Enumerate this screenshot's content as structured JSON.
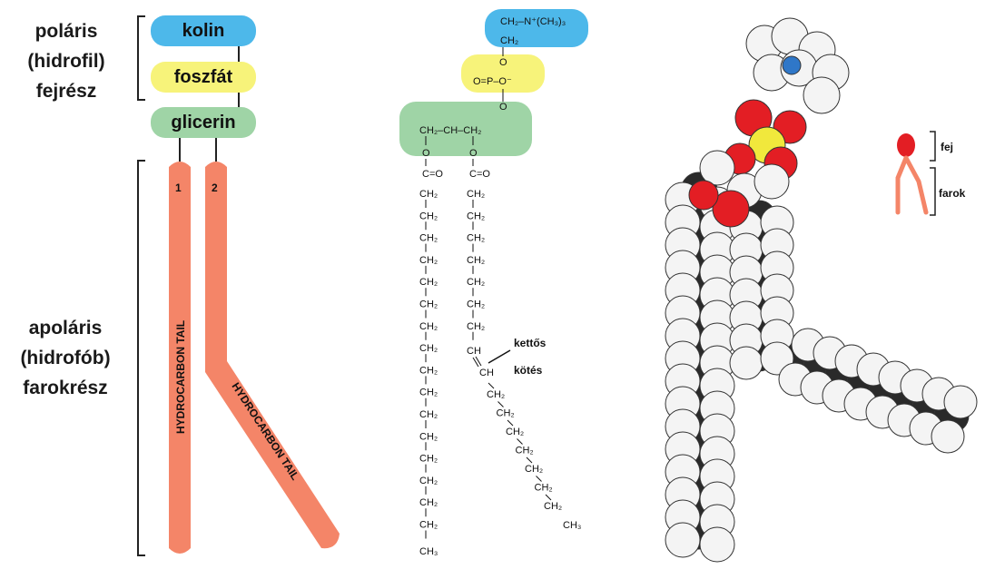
{
  "left_panel": {
    "head_label": [
      "poláris",
      "(hidrofil)",
      "fejrész"
    ],
    "tail_label": [
      "apoláris",
      "(hidrofób)",
      "farokrész"
    ],
    "boxes": {
      "choline": "kolin",
      "phosphate": "foszfát",
      "glycerol": "glicerin"
    },
    "tail_numbers": [
      "1",
      "2"
    ],
    "tail_text": "HYDROCARBON TAIL"
  },
  "middle_panel": {
    "choline_formula": [
      "CH₂–N⁺(CH₃)₃",
      "CH₂"
    ],
    "phosphate_formula": [
      "O",
      "O=P–O⁻",
      "O"
    ],
    "glycerol_formula": "CH₂–CH–CH₂",
    "ester_group": "C=O",
    "chain_unit": "CH₂",
    "double_bond_unit": "CH",
    "terminal_unit": "CH₃",
    "double_bond_label": [
      "kettős",
      "kötés"
    ]
  },
  "legend": {
    "head": "fej",
    "tail": "farok"
  },
  "colors": {
    "choline": "#4db8ea",
    "phosphate": "#f7f37a",
    "glycerol": "#9fd4a6",
    "tail": "#f48568",
    "legend_head": "#e31e24"
  }
}
